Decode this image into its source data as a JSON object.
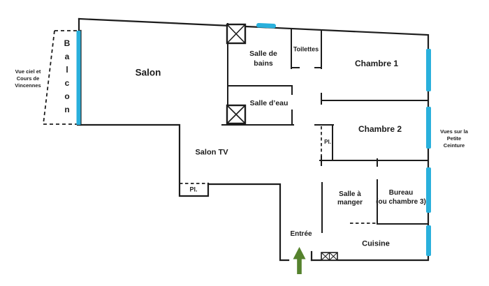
{
  "colors": {
    "window": "#29b0dc",
    "arrow": "#55822d",
    "wall": "#1c1c1c",
    "text": "#1c1c1c"
  },
  "rooms": {
    "balcon": "Balcon",
    "salon": "Salon",
    "salon_tv": "Salon TV",
    "salle_de_bains_line1": "Salle de",
    "salle_de_bains_line2": "bains",
    "salle_deau": "Salle d’eau",
    "toilettes": "Toilettes",
    "chambre1": "Chambre 1",
    "chambre2": "Chambre 2",
    "salle_a_manger_line1": "Salle à",
    "salle_a_manger_line2": "manger",
    "bureau_line1": "Bureau",
    "bureau_line2": "(ou chambre 3)",
    "cuisine": "Cuisine",
    "entree": "Entrée",
    "placard_salon_tv": "Pl.",
    "placard_chambre2": "Pl."
  },
  "annotations": {
    "view_left_line1": "Vue ciel et",
    "view_left_line2": "Cours de",
    "view_left_line3": "Vincennes",
    "view_right_line1": "Vues sur la",
    "view_right_line2": "Petite Ceinture"
  }
}
